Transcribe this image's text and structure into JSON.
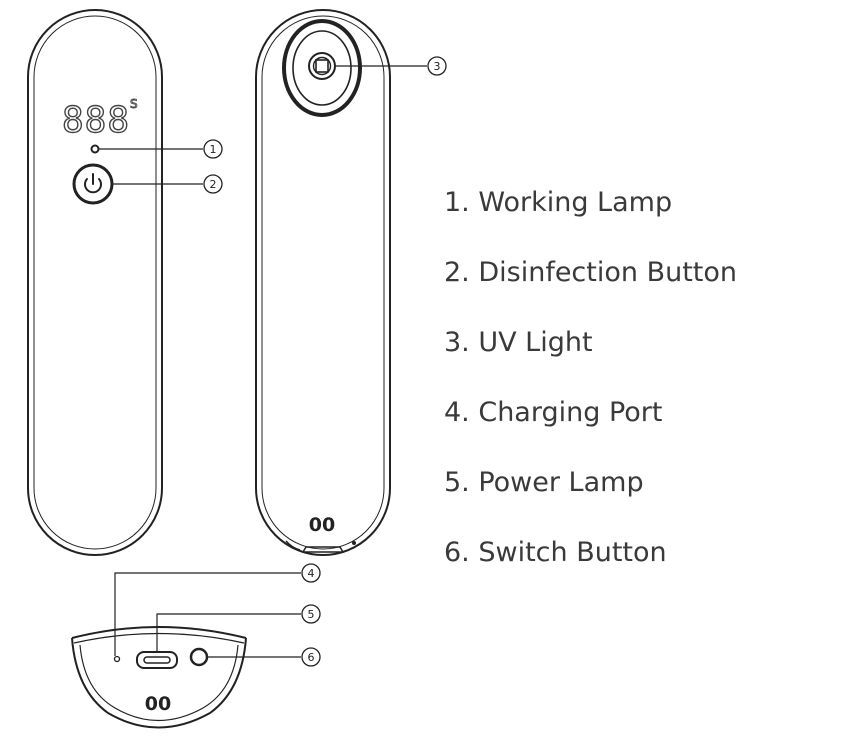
{
  "display": {
    "digits": "888",
    "unit": "S"
  },
  "callouts": [
    "1",
    "2",
    "3",
    "4",
    "5",
    "6"
  ],
  "legend": [
    "1. Working Lamp",
    "2. Disinfection Button",
    "3. UV Light",
    "4. Charging Port",
    "5. Power Lamp",
    "6. Switch Button"
  ],
  "logo": "00",
  "colors": {
    "line": "#222222",
    "text": "#3a3a3a"
  }
}
